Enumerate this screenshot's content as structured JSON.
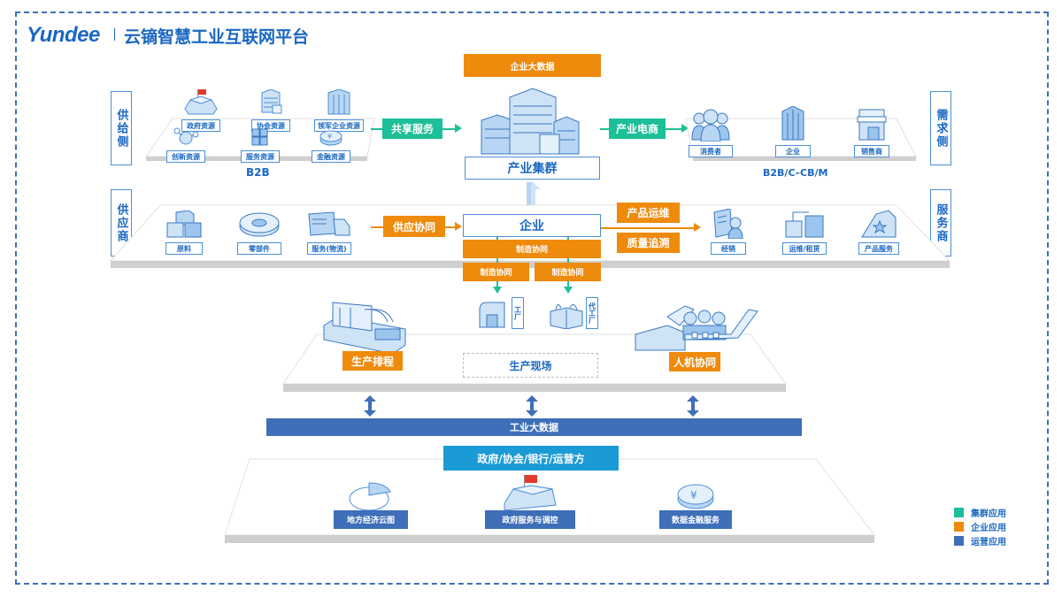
{
  "header": {
    "logo": "Yundee",
    "title": "云镝智慧工业互联网平台"
  },
  "colors": {
    "cluster": "#1cbf98",
    "enterprise": "#ee8a0c",
    "operation": "#3e6fb8",
    "primary": "#1a67c2"
  },
  "top": {
    "enterprise_big_data": "企业大数据",
    "industry_cluster": "产业集群",
    "supply_side": {
      "tag": "供给侧",
      "caption": "B2B",
      "items": [
        "政府资源",
        "协会资源",
        "领军企业资源",
        "创新资源",
        "服务资源",
        "金融资源"
      ],
      "icons": [
        "government-building-icon",
        "association-building-icon",
        "leading-enterprise-icon",
        "innovation-molecule-icon",
        "service-blocks-icon",
        "finance-coin-icon"
      ]
    },
    "shared_service": "共享服务",
    "industry_ecommerce": "产业电商",
    "demand_side": {
      "tag": "需求侧",
      "caption": "B2B/C–CB/M",
      "items": [
        "消费者",
        "企业",
        "销售商"
      ],
      "icons": [
        "consumers-icon",
        "enterprise-tower-icon",
        "store-icon"
      ]
    }
  },
  "middle": {
    "supplier": {
      "tag": "供应商",
      "items": [
        "原料",
        "零部件",
        "服务(物流)"
      ],
      "icons": [
        "raw-material-boxes-icon",
        "gear-parts-icon",
        "logistics-truck-icon"
      ]
    },
    "supply_collab": "供应协同",
    "enterprise": "企业",
    "manufacturing_collab": "制造协同",
    "manufacturing_collab_left": "制造协同",
    "manufacturing_collab_right": "制造协同",
    "product_ops": "产品运维",
    "quality_trace": "质量追溯",
    "service_provider": {
      "tag": "服务商",
      "items": [
        "经销",
        "运维/租赁",
        "产品服务"
      ],
      "icons": [
        "distributor-icon",
        "maintenance-lease-icon",
        "product-service-icon"
      ]
    },
    "factory": "工厂",
    "oem_factory": "代工厂"
  },
  "production": {
    "scheduling": "生产排程",
    "site": "生产现场",
    "human_machine": "人机协同"
  },
  "industrial_big_data": "工业大数据",
  "bottom": {
    "stakeholders": "政府/协会/银行/运营方",
    "items": [
      "地方经济云图",
      "政府服务与调控",
      "数据金融服务"
    ],
    "icons": [
      "pie-chart-icon",
      "government-flag-building-icon",
      "yuan-coin-icon"
    ]
  },
  "legend": [
    {
      "label": "集群应用",
      "color": "#1cbf98"
    },
    {
      "label": "企业应用",
      "color": "#ee8a0c"
    },
    {
      "label": "运营应用",
      "color": "#3e6fb8"
    }
  ]
}
